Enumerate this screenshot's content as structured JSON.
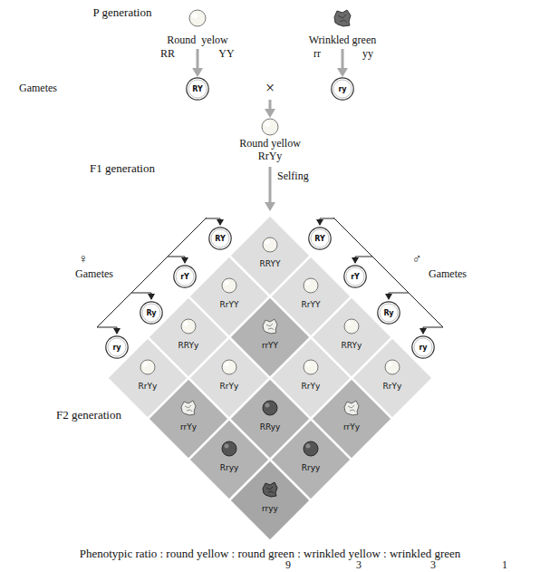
{
  "diagram": {
    "nodes": [
      {
        "text": [
          "RY"
        ]
      },
      {
        "text": [
          "ry"
        ]
      },
      {
        "text": [
          "RY"
        ]
      },
      {
        "text": [
          "rY"
        ]
      },
      {
        "text": [
          "Ry"
        ]
      },
      {
        "text": [
          "ry"
        ]
      },
      {
        "text": [
          "RY"
        ]
      },
      {
        "text": [
          "rY"
        ]
      },
      {
        "text": [
          "Ry"
        ]
      },
      {
        "text": [
          "ry"
        ]
      },
      {
        "text": [
          "RRYY"
        ]
      },
      {
        "text": [
          "RrYY"
        ]
      },
      {
        "text": [
          "RrYY"
        ]
      },
      {
        "text": [
          "RRYy"
        ]
      },
      {
        "text": [
          "rrYY"
        ]
      },
      {
        "text": [
          "RRYy"
        ]
      },
      {
        "text": [
          "RrYy"
        ]
      },
      {
        "text": [
          "RrYy"
        ]
      },
      {
        "text": [
          "RrYy"
        ]
      },
      {
        "text": [
          "RrYy"
        ]
      },
      {
        "text": [
          "rrYy"
        ]
      },
      {
        "text": [
          "RRyy"
        ]
      },
      {
        "text": [
          "rrYy"
        ]
      },
      {
        "text": [
          "Rryy"
        ]
      },
      {
        "text": [
          "Rryy"
        ]
      },
      {
        "text": [
          "rryy"
        ]
      }
    ],
    "labels": [
      "P generation",
      "Round  yelow",
      "RR",
      "YY",
      "Wrinkled green",
      "rr",
      "yy",
      "Gametes",
      "×",
      "Round yellow",
      "RrYy",
      "F1 generation",
      "Selfing",
      "♀",
      "Gametes",
      "Gametes",
      "♂",
      "F2 generation",
      "Phenotypic ratio : round yellow : round green : wrinkled yellow : wrinkled green",
      "9",
      "3",
      "3",
      "1"
    ]
  }
}
